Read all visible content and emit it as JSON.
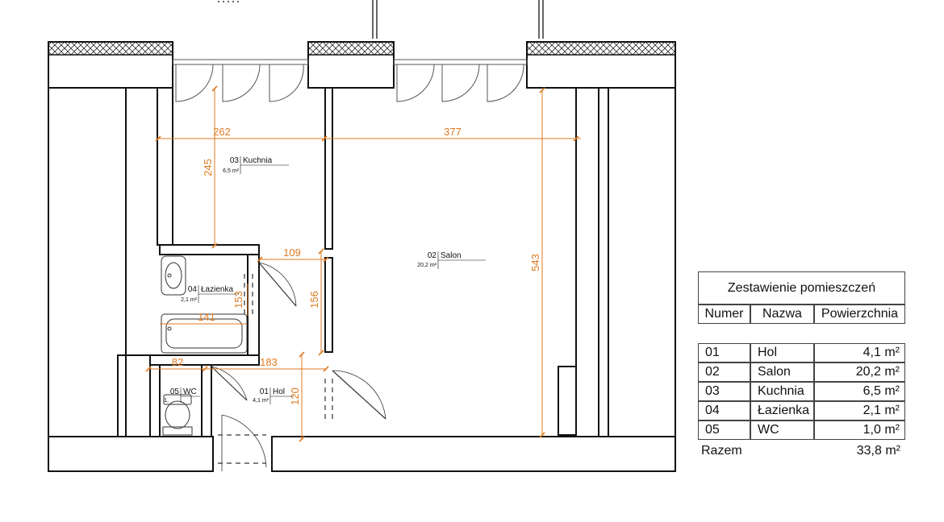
{
  "dimensions": {
    "kitchen_width": "262",
    "salon_width": "377",
    "kitchen_depth": "245",
    "salon_depth": "543",
    "corridor_width": "109",
    "corridor_length": "156",
    "bath_depth": "153",
    "bath_width": "141",
    "wc_width": "82",
    "hall_length": "183",
    "hall_depth": "120"
  },
  "rooms": {
    "kitchen": {
      "number": "03",
      "name": "Kuchnia",
      "area": "6,5 m²"
    },
    "salon": {
      "number": "02",
      "name": "Salon",
      "area": "20,2 m²"
    },
    "bathroom": {
      "number": "04",
      "name": "Łazienka",
      "area": "2,1 m²"
    },
    "wc": {
      "number": "05",
      "name": "WC",
      "area": "1,"
    },
    "hall": {
      "number": "01",
      "name": "Hol",
      "area": "4,1 m²"
    }
  },
  "room_table": {
    "title": "Zestawienie pomieszczeń",
    "headers": [
      "Numer",
      "Nazwa",
      "Powierzchnia"
    ],
    "rows": [
      {
        "num": "01",
        "name": "Hol",
        "area": "4,1 m²"
      },
      {
        "num": "02",
        "name": "Salon",
        "area": "20,2 m²"
      },
      {
        "num": "03",
        "name": "Kuchnia",
        "area": "6,5 m²"
      },
      {
        "num": "04",
        "name": "Łazienka",
        "area": "2,1 m²"
      },
      {
        "num": "05",
        "name": "WC",
        "area": "1,0 m²"
      }
    ],
    "total_label": "Razem",
    "total_value": "33,8 m²"
  },
  "colors": {
    "dimension": "#e07a20",
    "wall": "#111111"
  }
}
